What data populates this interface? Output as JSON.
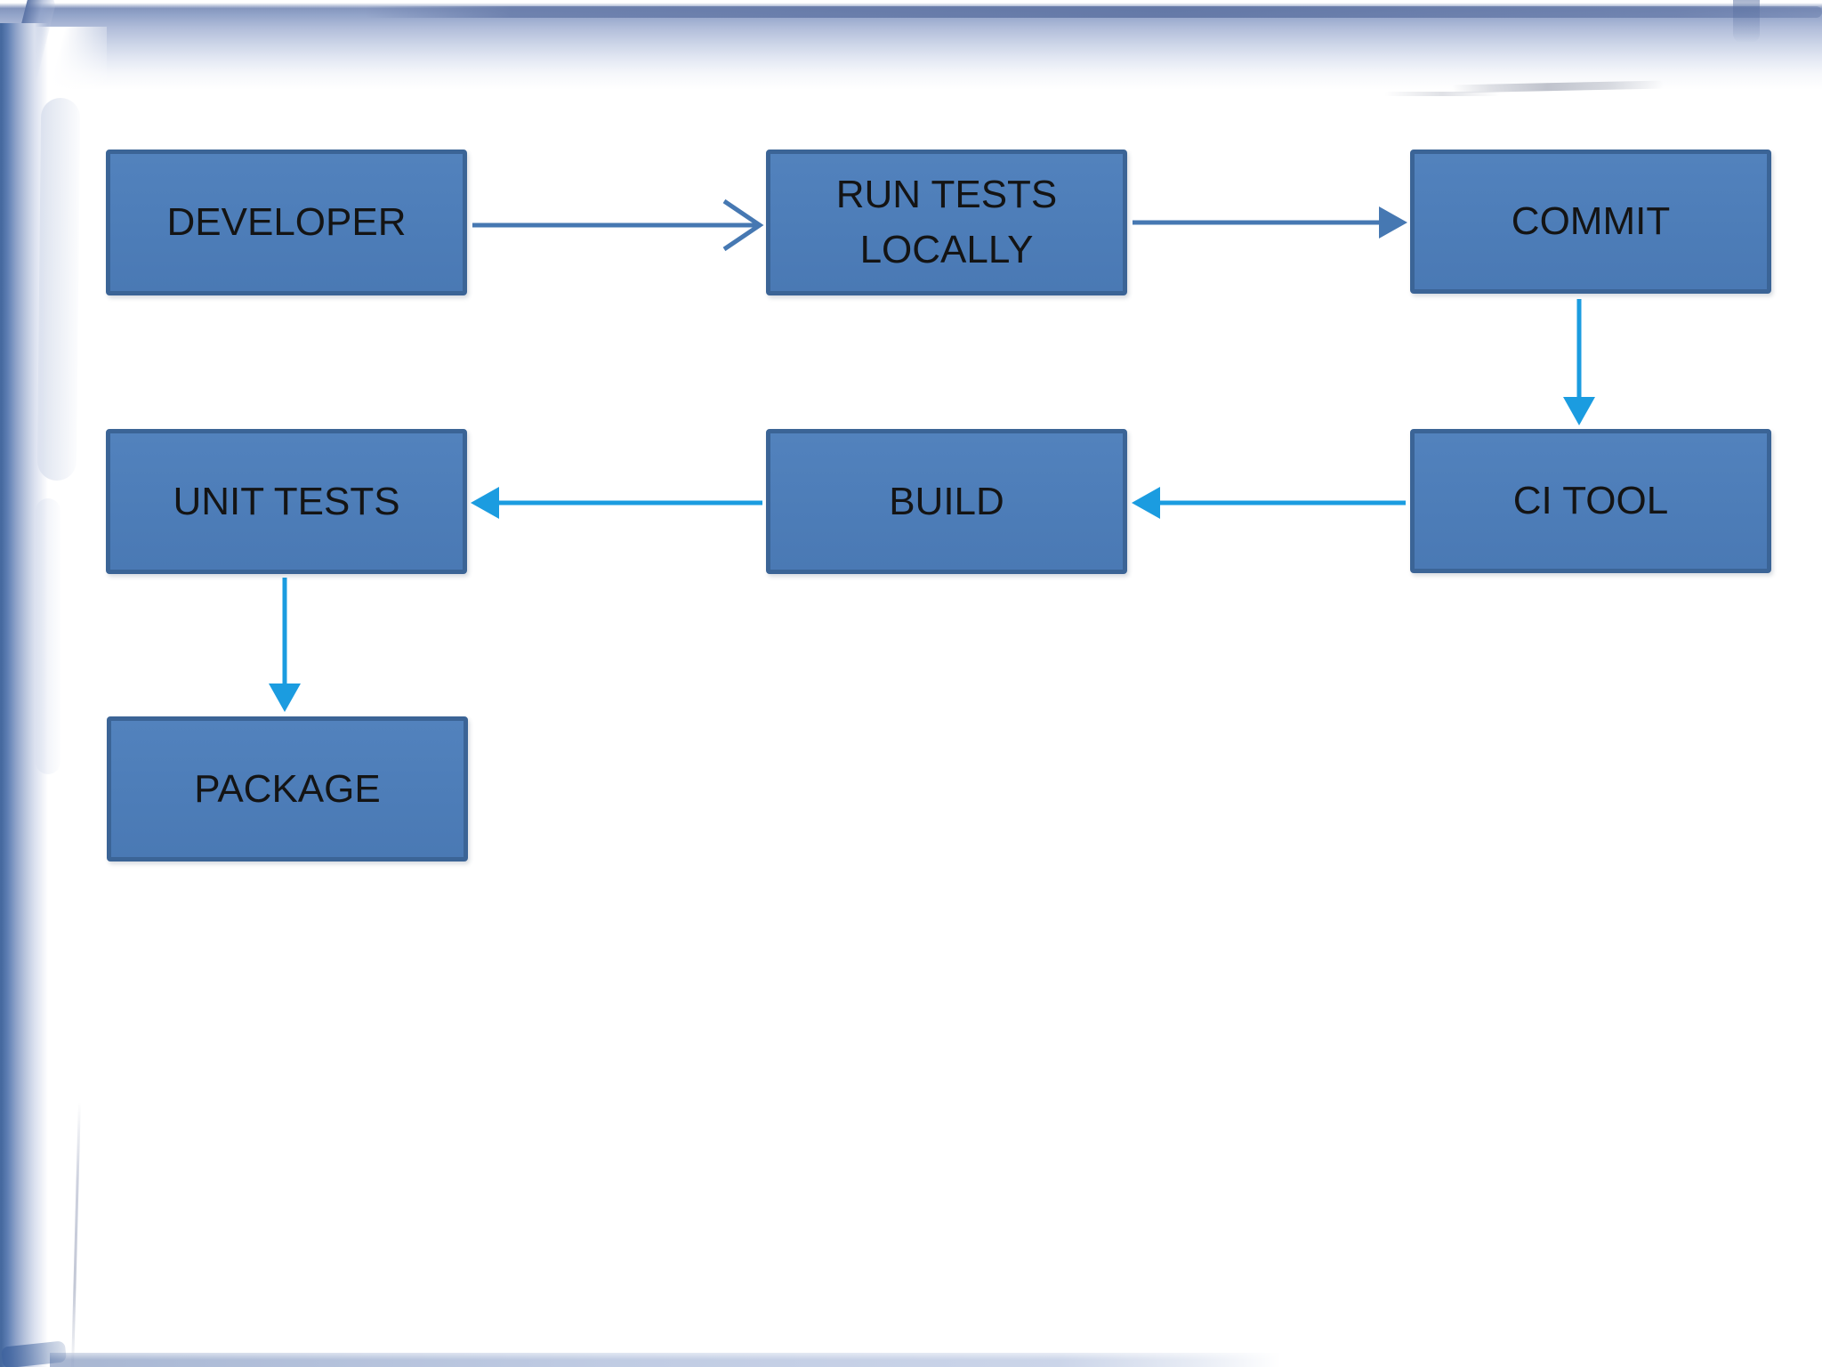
{
  "page": {
    "kind": "flowchart-slide",
    "background": "#ffffff"
  },
  "diagram": {
    "nodes": {
      "developer": {
        "label": "DEVELOPER"
      },
      "run_tests_locally": {
        "label": "RUN TESTS LOCALLY"
      },
      "commit": {
        "label": "COMMIT"
      },
      "ci_tool": {
        "label": "CI TOOL"
      },
      "build": {
        "label": "BUILD"
      },
      "unit_tests": {
        "label": "UNIT TESTS"
      },
      "package": {
        "label": "PACKAGE"
      }
    },
    "edges": [
      {
        "from": "DEVELOPER",
        "to": "RUN TESTS LOCALLY",
        "direction": "right",
        "head": "open-chevron",
        "color": "#4678b2"
      },
      {
        "from": "RUN TESTS LOCALLY",
        "to": "COMMIT",
        "direction": "right",
        "head": "filled-triangle",
        "color": "#4678b2"
      },
      {
        "from": "COMMIT",
        "to": "CI TOOL",
        "direction": "down",
        "head": "filled-triangle",
        "color": "#1b9ce0"
      },
      {
        "from": "CI TOOL",
        "to": "BUILD",
        "direction": "left",
        "head": "filled-triangle",
        "color": "#1b9ce0"
      },
      {
        "from": "BUILD",
        "to": "UNIT TESTS",
        "direction": "left",
        "head": "filled-triangle",
        "color": "#1b9ce0"
      },
      {
        "from": "UNIT TESTS",
        "to": "PACKAGE",
        "direction": "down",
        "head": "filled-triangle",
        "color": "#1b9ce0"
      }
    ],
    "colors": {
      "node_fill": "#4f81bd",
      "node_border": "#3b6496",
      "node_text": "#141414",
      "arrow_muted": "#4678b2",
      "arrow_bright": "#1b9ce0",
      "sketch_border": "#8fa3c8"
    }
  }
}
